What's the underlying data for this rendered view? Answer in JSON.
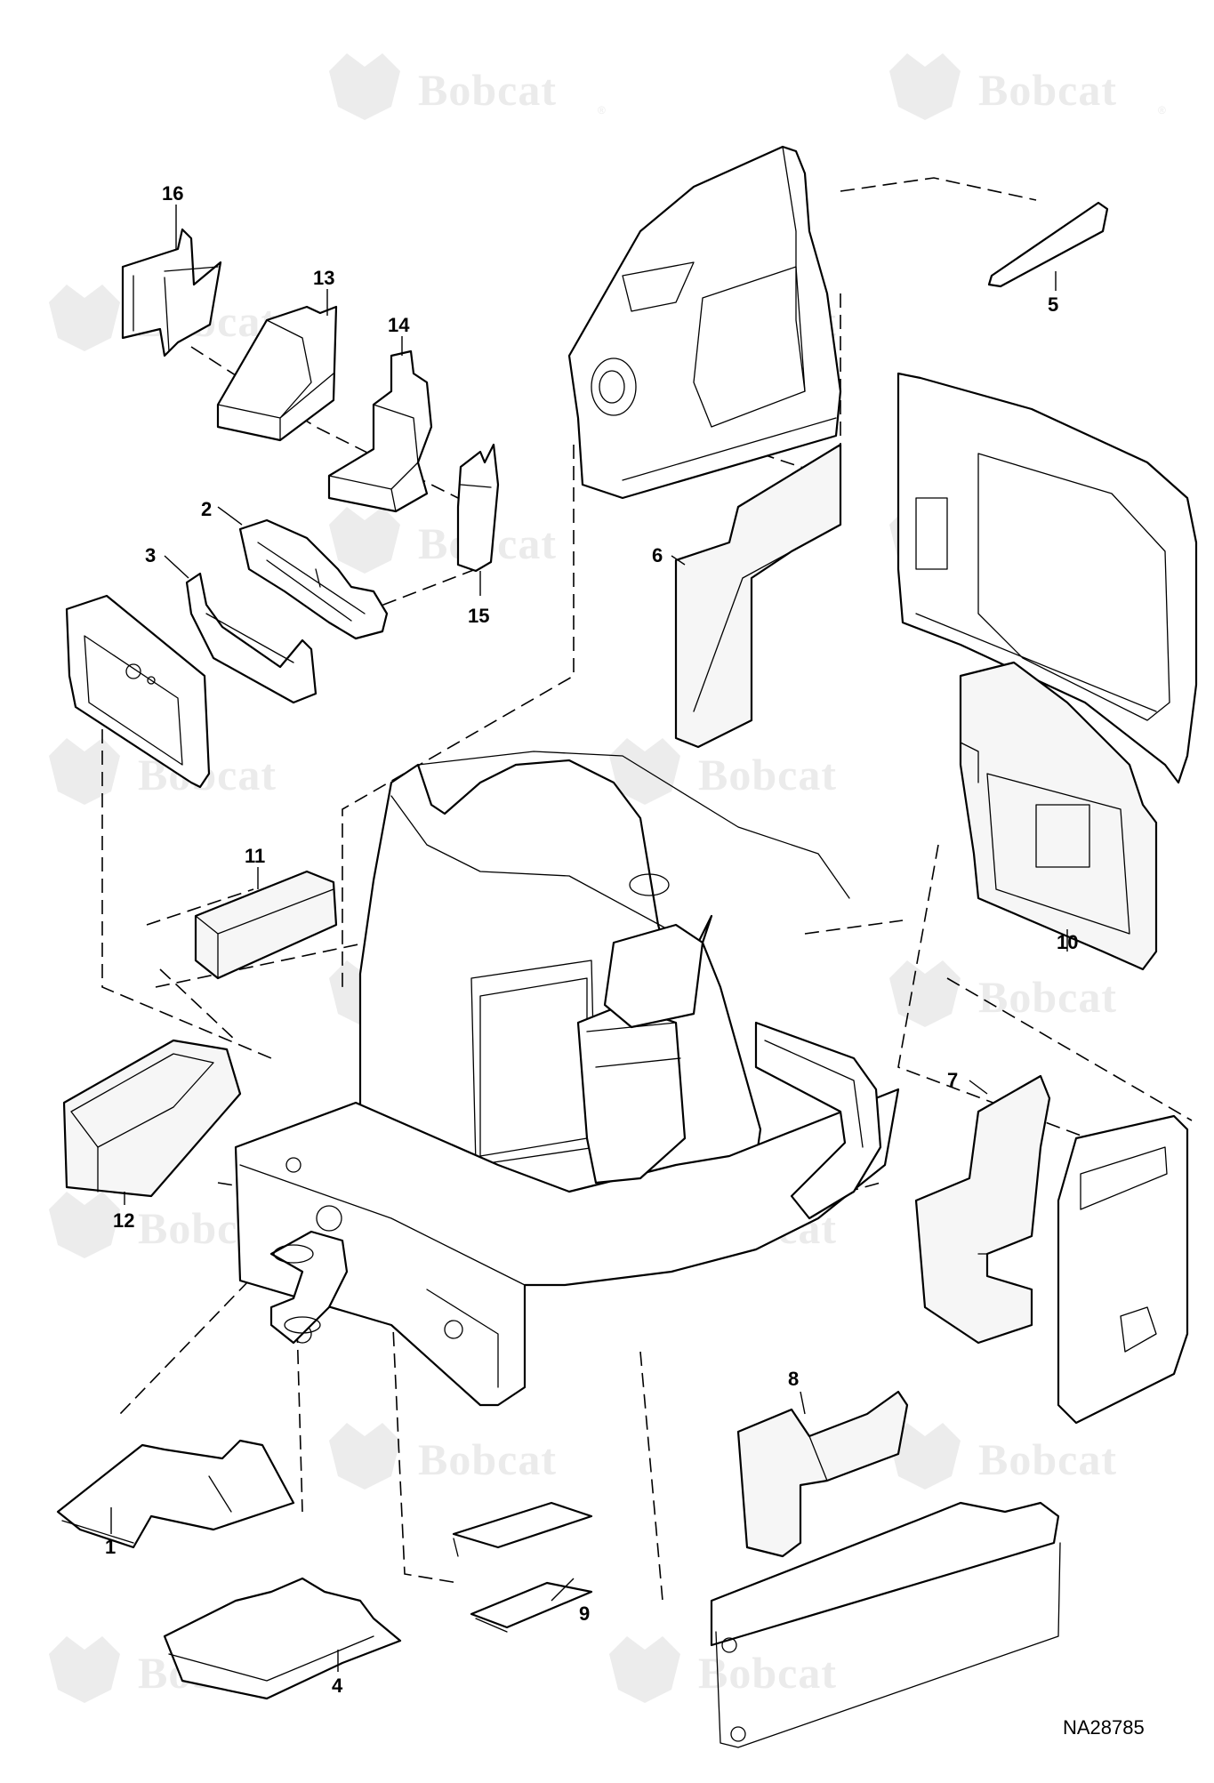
{
  "diagram": {
    "watermark_text": "Bobcat",
    "watermark_registered": "®",
    "drawing_number": "NA28785",
    "callouts": [
      {
        "id": "1",
        "label": "1"
      },
      {
        "id": "2",
        "label": "2"
      },
      {
        "id": "3",
        "label": "3"
      },
      {
        "id": "4",
        "label": "4"
      },
      {
        "id": "5",
        "label": "5"
      },
      {
        "id": "6",
        "label": "6"
      },
      {
        "id": "7",
        "label": "7"
      },
      {
        "id": "8",
        "label": "8"
      },
      {
        "id": "9",
        "label": "9"
      },
      {
        "id": "10",
        "label": "10"
      },
      {
        "id": "11",
        "label": "11"
      },
      {
        "id": "12",
        "label": "12"
      },
      {
        "id": "13",
        "label": "13"
      },
      {
        "id": "14",
        "label": "14"
      },
      {
        "id": "15",
        "label": "15"
      },
      {
        "id": "16",
        "label": "16"
      }
    ]
  }
}
